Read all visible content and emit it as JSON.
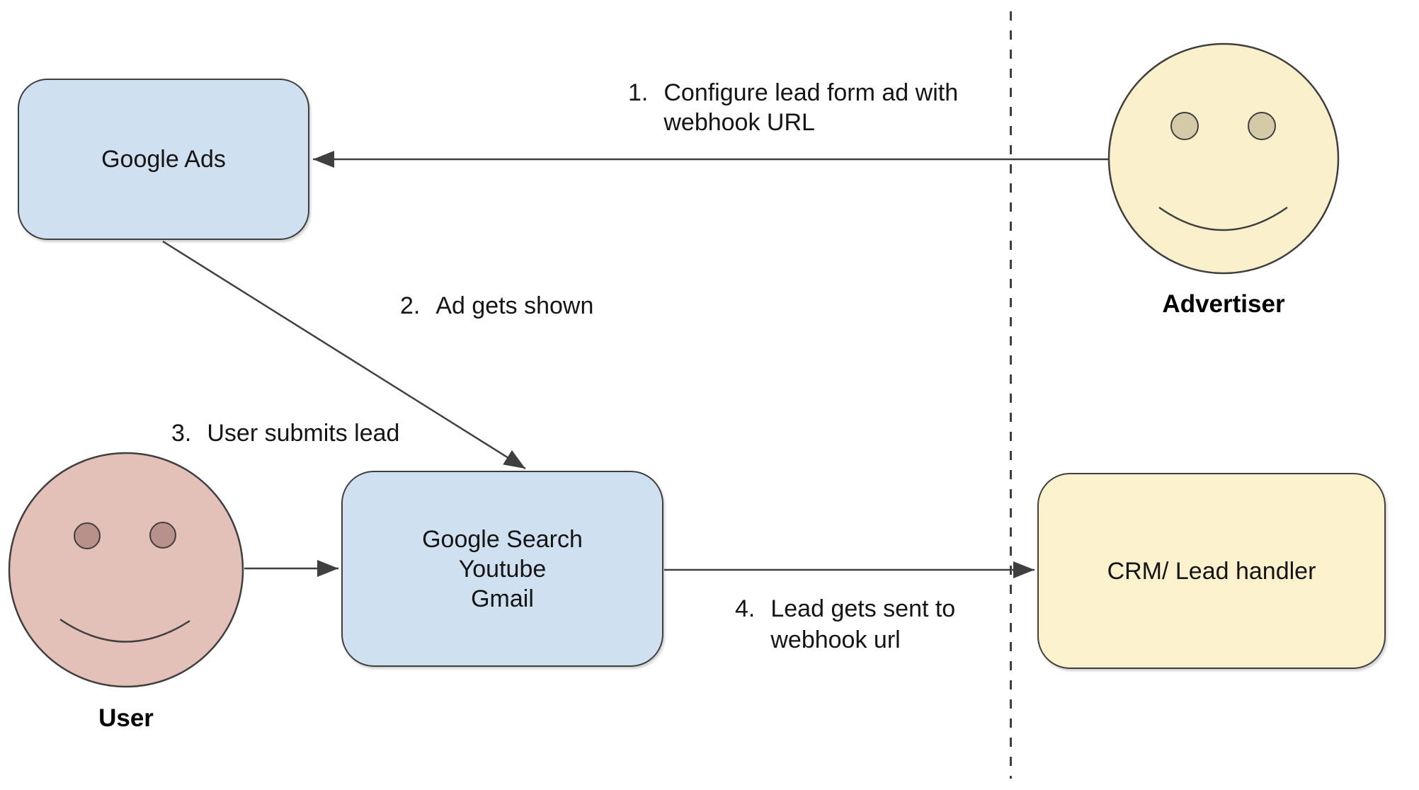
{
  "colors": {
    "box-blue": "#cfe0f0",
    "box-cream": "#fbf1cd",
    "face-yellow": "#faf0cb",
    "face-pink": "#e4c1b8",
    "eye-tan": "#d5caa8",
    "eye-mauve": "#b8918a",
    "stroke": "#3f3f3f",
    "text": "#151515"
  },
  "nodes": {
    "google_ads": {
      "label": "Google Ads"
    },
    "google_surfaces": {
      "lines": [
        "Google Search",
        "Youtube",
        "Gmail"
      ]
    },
    "crm": {
      "label": "CRM/ Lead handler"
    }
  },
  "actors": {
    "advertiser": {
      "label": "Advertiser"
    },
    "user": {
      "label": "User"
    }
  },
  "steps": [
    {
      "number": "1.",
      "lines": [
        "Configure lead form ad with",
        "webhook URL"
      ]
    },
    {
      "number": "2.",
      "lines": [
        "Ad gets shown"
      ]
    },
    {
      "number": "3.",
      "lines": [
        "User submits lead"
      ]
    },
    {
      "number": "4.",
      "lines": [
        "Lead gets sent to",
        "webhook url"
      ]
    }
  ]
}
